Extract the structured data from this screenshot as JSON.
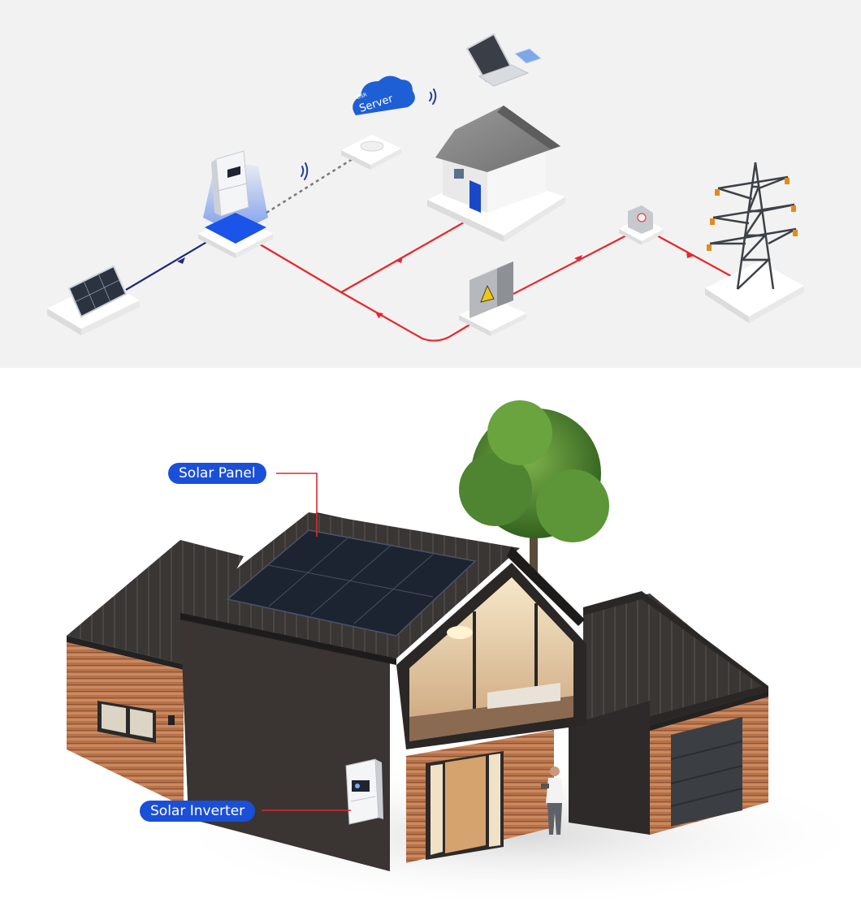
{
  "diagram": {
    "server_label": "Server",
    "server_brand": "DSR",
    "colors": {
      "ac_line": "#e8262b",
      "dc_line": "#1f2a7a",
      "wifi": "#1f3f9f",
      "server_cloud": "#1f5fd6",
      "inverter_glow": "#1a54e8",
      "background": "#f2f2f2"
    },
    "nodes": [
      {
        "id": "solar-panel",
        "icon": "solar-panel-icon"
      },
      {
        "id": "inverter",
        "icon": "inverter-icon"
      },
      {
        "id": "router",
        "icon": "router-icon"
      },
      {
        "id": "server",
        "icon": "cloud-server-icon"
      },
      {
        "id": "laptop",
        "icon": "laptop-icon"
      },
      {
        "id": "phone",
        "icon": "phone-icon"
      },
      {
        "id": "house",
        "icon": "house-icon"
      },
      {
        "id": "distribution-box",
        "icon": "high-voltage-box-icon"
      },
      {
        "id": "meter",
        "icon": "meter-icon"
      },
      {
        "id": "grid-tower",
        "icon": "power-tower-icon"
      }
    ]
  },
  "illustration": {
    "callouts": {
      "solar_panel": "Solar Panel",
      "solar_inverter": "Solar Inverter"
    },
    "callout_color": "#1a4fd8",
    "callout_line_color": "#e0282d"
  }
}
